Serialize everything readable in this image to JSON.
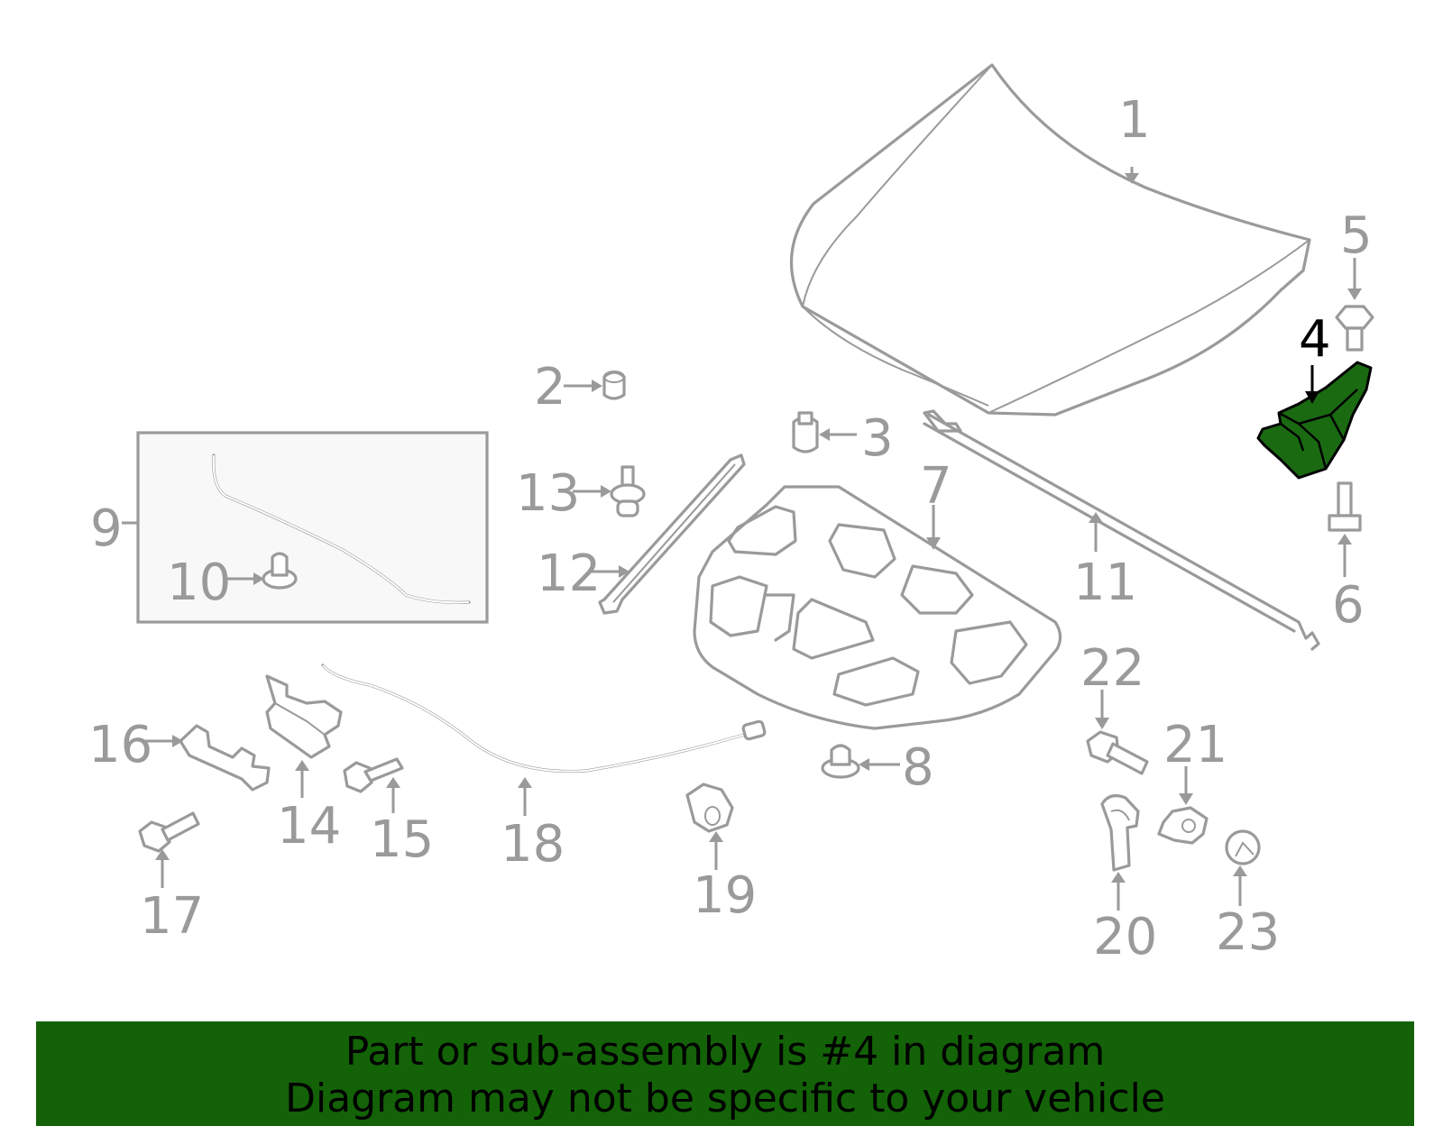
{
  "callouts": {
    "c1": "1",
    "c2": "2",
    "c3": "3",
    "c4": "4",
    "c5": "5",
    "c6": "6",
    "c7": "7",
    "c8": "8",
    "c9": "9",
    "c10": "10",
    "c11": "11",
    "c12": "12",
    "c13": "13",
    "c14": "14",
    "c15": "15",
    "c16": "16",
    "c17": "17",
    "c18": "18",
    "c19": "19",
    "c20": "20",
    "c21": "21",
    "c22": "22",
    "c23": "23"
  },
  "highlighted_part": "4",
  "colors": {
    "line": "#9a9a9a",
    "highlight_fill": "#1a6a12",
    "banner_bg": "#136207",
    "banner_text": "#000000"
  },
  "banner": {
    "line1": "Part or sub-assembly is #4 in diagram",
    "line2": "Diagram may not be specific to your vehicle"
  }
}
